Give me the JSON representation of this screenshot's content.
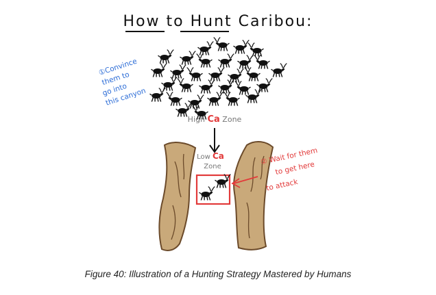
{
  "title": "How to Hunt Caribou:",
  "step1": {
    "lines": [
      "①Convince",
      "them to",
      "go into",
      "this canyon"
    ],
    "color": "#2a6bd6"
  },
  "high_zone": {
    "prefix": "High",
    "ca": "Ca",
    "suffix": "Zone"
  },
  "low_zone": {
    "prefix": "Low",
    "ca": "Ca",
    "suffix": "Zone"
  },
  "step2": {
    "lines": [
      "② Wait for them",
      "to get here",
      "to attack"
    ],
    "color": "#e23a3a"
  },
  "caption": "Figure 40: Illustration of a Hunting Strategy Mastered by Humans",
  "colors": {
    "caribou": "#111111",
    "canyon_fill": "#c9a97a",
    "canyon_stroke": "#6b4a2a",
    "highlight": "#e23a3a",
    "annotation_blue": "#2a6bd6",
    "zone_text": "#777777"
  },
  "icons": {
    "animal": "caribou-icon",
    "arrow_down": "arrow-down-icon",
    "arrow_left": "arrow-left-icon"
  }
}
